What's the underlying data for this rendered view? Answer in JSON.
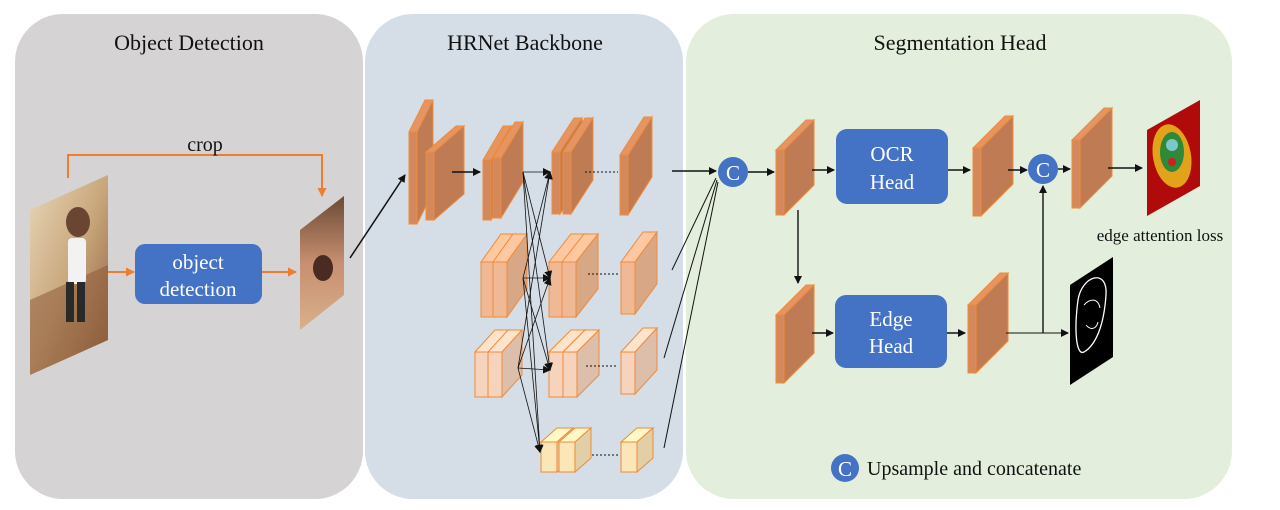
{
  "panels": {
    "object_detection": {
      "title": "Object Detection",
      "color": "#d5d3d3"
    },
    "backbone": {
      "title": "HRNet Backbone",
      "color": "#d5dde6"
    },
    "seg_head": {
      "title": "Segmentation Head",
      "color": "#e3efdc"
    }
  },
  "object_detection": {
    "crop_label": "crop",
    "detector_line1": "object",
    "detector_line2": "detection"
  },
  "seg_head": {
    "concat_symbol": "C",
    "ocr_line1": "OCR",
    "ocr_line2": "Head",
    "edge_line1": "Edge",
    "edge_line2": "Head",
    "loss_label": "edge attention loss",
    "legend_label": "Upsample and concatenate"
  },
  "colors": {
    "block_blue": "#4472c4",
    "feature_orange": "#d4895d",
    "feature_edge": "#ef8b3a",
    "arrow_orange": "#ed7d31",
    "stream2": "#f0b995",
    "stream3": "#f6d3bd",
    "stream4": "#fbe6b8"
  }
}
